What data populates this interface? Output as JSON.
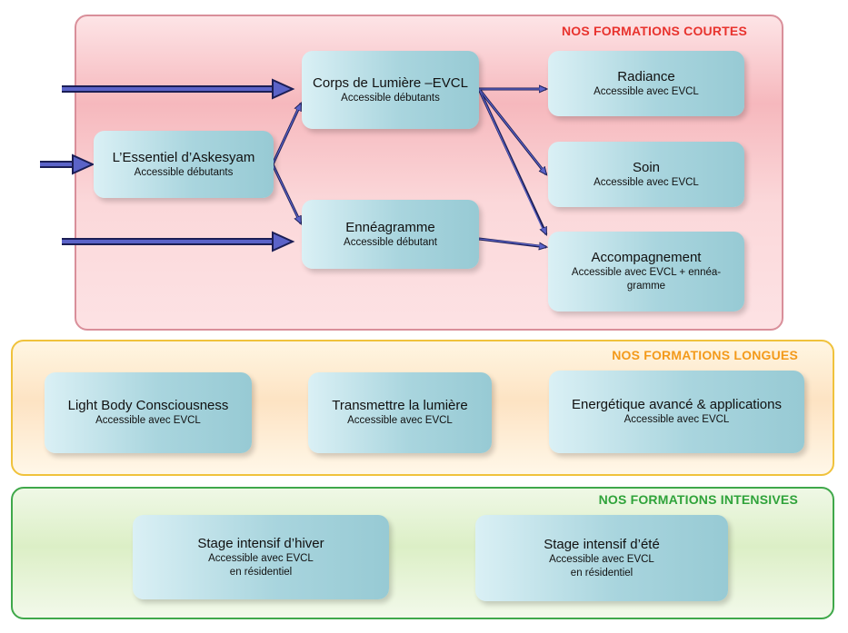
{
  "colors": {
    "title_courtes": "#e8332e",
    "title_longues": "#f39a1b",
    "title_intensives": "#2fa33a",
    "arrow_fill": "#5b63c8",
    "arrow_stroke": "#1b1e55"
  },
  "courtes": {
    "title": "NOS FORMATIONS COURTES",
    "essentiel": {
      "title": "L’Essentiel d’Askesyam",
      "sub": "Accessible débutants"
    },
    "corps": {
      "title": "Corps de Lumière –EVCL",
      "sub": "Accessible débutants"
    },
    "enneagramme": {
      "title": "Ennéagramme",
      "sub": "Accessible débutant"
    },
    "radiance": {
      "title": "Radiance",
      "sub": "Accessible avec EVCL"
    },
    "soin": {
      "title": "Soin",
      "sub": "Accessible avec EVCL"
    },
    "accompagnement": {
      "title": "Accompagnement",
      "sub1": "Accessible avec EVCL + ennéa-",
      "sub2": "gramme"
    }
  },
  "longues": {
    "title": "NOS FORMATIONS LONGUES",
    "lightbody": {
      "title": "Light Body Consciousness",
      "sub": "Accessible avec EVCL"
    },
    "transmettre": {
      "title": "Transmettre la lumière",
      "sub": "Accessible avec EVCL"
    },
    "energetique": {
      "title": "Energétique avancé & applications",
      "sub": "Accessible avec EVCL"
    }
  },
  "intensives": {
    "title": "NOS FORMATIONS INTENSIVES",
    "hiver": {
      "title": "Stage intensif d’hiver",
      "sub1": "Accessible avec EVCL",
      "sub2": "en résidentiel"
    },
    "ete": {
      "title": "Stage intensif d’été",
      "sub1": "Accessible avec EVCL",
      "sub2": "en résidentiel"
    }
  }
}
